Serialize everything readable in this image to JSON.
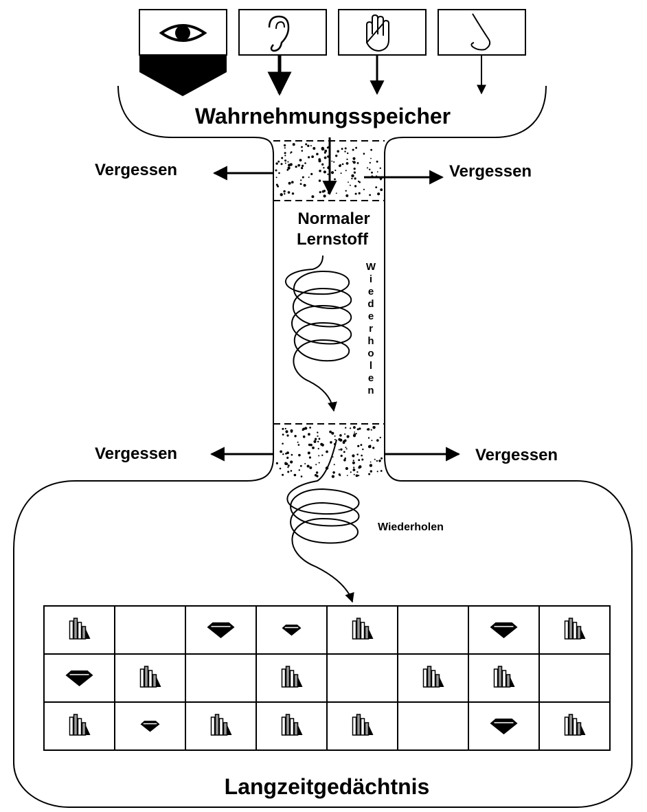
{
  "senses": [
    {
      "name": "eye-icon"
    },
    {
      "name": "ear-icon"
    },
    {
      "name": "hand-icon"
    },
    {
      "name": "nose-icon"
    }
  ],
  "sensory_store": {
    "title": "Wahrnehmungsspeicher"
  },
  "forget_label": "Vergessen",
  "short_term": {
    "title_line1": "Normaler",
    "title_line2": "Lernstoff",
    "repeat_vertical": "Wiederholen"
  },
  "long_term": {
    "repeat_label": "Wiederholen",
    "title": "Langzeitgedächtnis"
  },
  "grid": {
    "rows": [
      [
        "books",
        "",
        "gem",
        "gem-small",
        "books",
        "",
        "gem",
        "books"
      ],
      [
        "gem",
        "books",
        "",
        "books",
        "",
        "books",
        "books",
        ""
      ],
      [
        "books",
        "gem-small",
        "books",
        "books",
        "books",
        "",
        "gem",
        "books"
      ]
    ]
  },
  "colors": {
    "ink": "#000000",
    "paper": "#ffffff"
  }
}
